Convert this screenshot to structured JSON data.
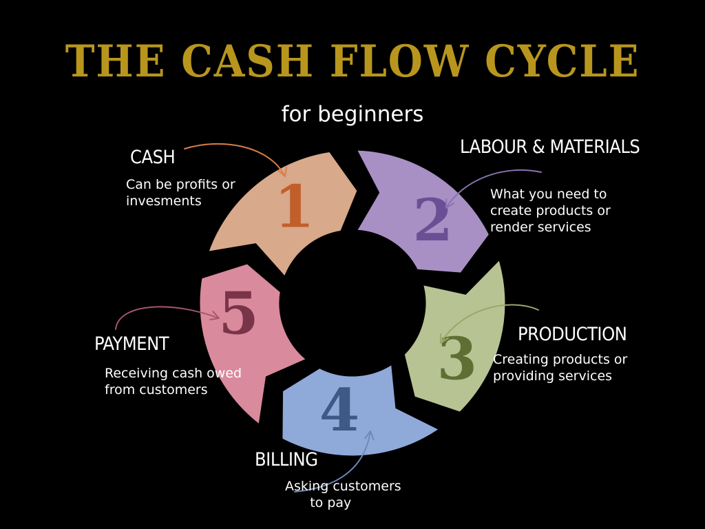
{
  "title": "THE CASH FLOW CYCLE",
  "subtitle": "for beginners",
  "colors": {
    "background": "#000000",
    "title": "#b8961e",
    "text": "#ffffff"
  },
  "steps": [
    {
      "number": "1",
      "label": "CASH",
      "description": "Can be profits or\ninvesments",
      "fill": "#d8a98b",
      "number_color": "#c25e2a",
      "arrow_color": "#d97f4c"
    },
    {
      "number": "2",
      "label": "LABOUR & MATERIALS",
      "description": "What you need to\ncreate products or\nrender services",
      "fill": "#a890c5",
      "number_color": "#6b4f94",
      "arrow_color": "#8a72b0"
    },
    {
      "number": "3",
      "label": "PRODUCTION",
      "description": "Creating products or\nproviding services",
      "fill": "#b7c393",
      "number_color": "#5f6f33",
      "arrow_color": "#9aa86c"
    },
    {
      "number": "4",
      "label": "BILLING",
      "description": "Asking customers\n      to pay",
      "fill": "#8fa9d8",
      "number_color": "#3d5a86",
      "arrow_color": "#6f89bb"
    },
    {
      "number": "5",
      "label": "PAYMENT",
      "description": "Receiving cash owed\nfrom customers",
      "fill": "#d98a9c",
      "number_color": "#7a3449",
      "arrow_color": "#a8566b"
    }
  ]
}
